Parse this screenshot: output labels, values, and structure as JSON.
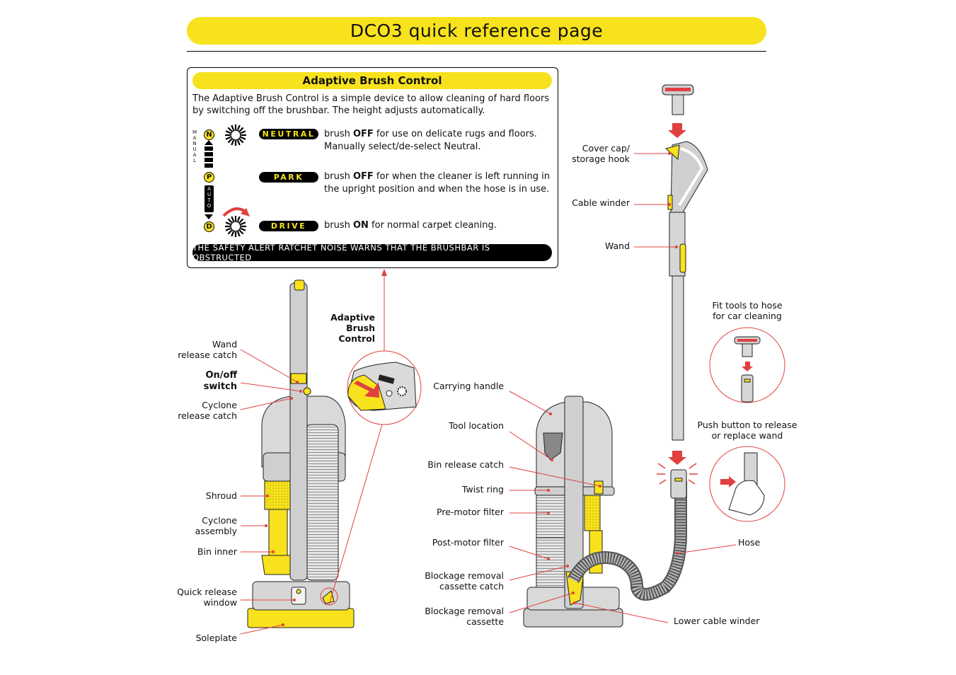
{
  "page": {
    "title": "DCO3 quick reference page"
  },
  "abc": {
    "heading": "Adaptive Brush Control",
    "intro": "The Adaptive Brush Control is a simple device to allow cleaning of hard floors by switching off the brushbar. The height adjusts automatically.",
    "manual_letters": [
      "M",
      "A",
      "N",
      "U",
      "A",
      "L"
    ],
    "auto_letters": [
      "A",
      "U",
      "T",
      "O"
    ],
    "dots": {
      "n": "N",
      "p": "P",
      "d": "D"
    },
    "modes": [
      {
        "label": "NEUTRAL",
        "pre": "brush ",
        "strong": "OFF",
        "post": " for use on delicate rugs and floors.",
        "line2": "Manually select/de-select Neutral."
      },
      {
        "label": "PARK",
        "pre": "brush ",
        "strong": "OFF",
        "post": " for when the cleaner is left running in",
        "line2": "the upright position and when the hose is in use."
      },
      {
        "label": "DRIVE",
        "pre": "brush ",
        "strong": "ON",
        "post": " for normal carpet cleaning.",
        "line2": ""
      }
    ],
    "alert": "THE SAFETY ALERT RATCHET NOISE WARNS THAT THE BRUSHBAR IS OBSTRUCTED"
  },
  "left_labels": {
    "wand_release_catch": [
      "Wand",
      "release catch"
    ],
    "on_off_switch": [
      "On/off",
      "switch"
    ],
    "cyclone_release_catch": [
      "Cyclone",
      "release catch"
    ],
    "shroud": [
      "Shroud"
    ],
    "cyclone_assembly": [
      "Cyclone",
      "assembly"
    ],
    "bin_inner": [
      "Bin inner"
    ],
    "quick_release_window": [
      "Quick release",
      "window"
    ],
    "soleplate": [
      "Soleplate"
    ],
    "adaptive_brush_control": [
      "Adaptive",
      "Brush",
      "Control"
    ]
  },
  "right_labels": {
    "carrying_handle": [
      "Carrying handle"
    ],
    "tool_location": [
      "Tool location"
    ],
    "bin_release_catch": [
      "Bin release catch"
    ],
    "twist_ring": [
      "Twist ring"
    ],
    "pre_motor_filter": [
      "Pre-motor filter"
    ],
    "post_motor_filter": [
      "Post-motor filter"
    ],
    "blockage_removal_cassette_catch": [
      "Blockage removal",
      "cassette catch"
    ],
    "blockage_removal_cassette": [
      "Blockage removal",
      "cassette"
    ],
    "lower_cable_winder": [
      "Lower cable winder"
    ],
    "hose": [
      "Hose"
    ],
    "cover_cap_storage_hook": [
      "Cover cap/",
      "storage hook"
    ],
    "cable_winder": [
      "Cable winder"
    ],
    "wand": [
      "Wand"
    ],
    "fit_tools": [
      "Fit tools to hose",
      "for car cleaning"
    ],
    "push_button": [
      "Push button to release",
      "or replace wand"
    ]
  },
  "colors": {
    "accent_yellow": "#f7e21d",
    "leader_red": "#e0403f",
    "body_grey": "#cfcfcf",
    "outline": "#222222"
  }
}
